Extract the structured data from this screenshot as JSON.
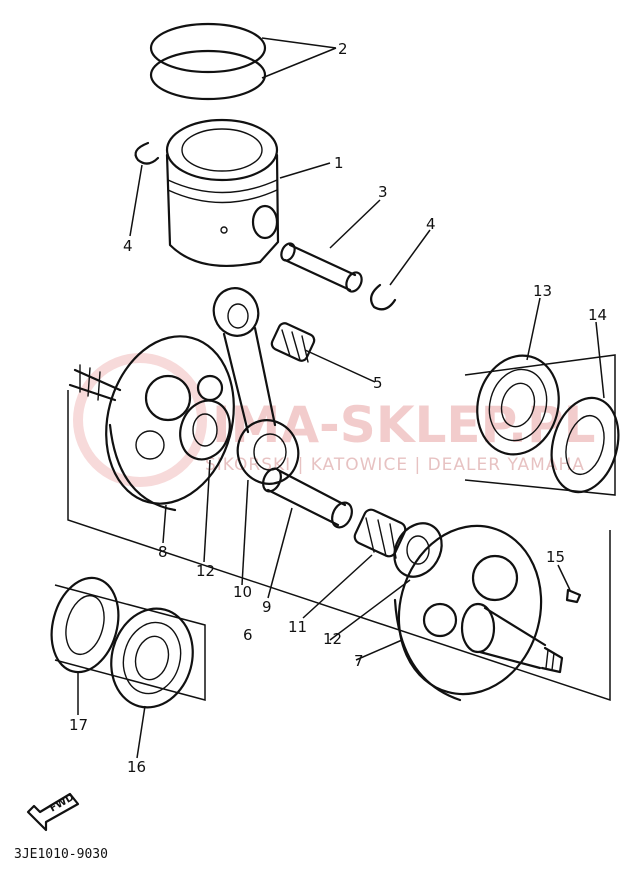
{
  "watermark": {
    "main": "IMA-SKLEP.PL",
    "sub": "SIKORSKI | KATOWICE | DEALER YAMAHA"
  },
  "callouts": [
    {
      "id": "c1",
      "label": "1"
    },
    {
      "id": "c2",
      "label": "2"
    },
    {
      "id": "c3",
      "label": "3"
    },
    {
      "id": "c4a",
      "label": "4"
    },
    {
      "id": "c4b",
      "label": "4"
    },
    {
      "id": "c5",
      "label": "5"
    },
    {
      "id": "c6",
      "label": "6"
    },
    {
      "id": "c7",
      "label": "7"
    },
    {
      "id": "c8",
      "label": "8"
    },
    {
      "id": "c9",
      "label": "9"
    },
    {
      "id": "c10",
      "label": "10"
    },
    {
      "id": "c11",
      "label": "11"
    },
    {
      "id": "c12a",
      "label": "12"
    },
    {
      "id": "c12b",
      "label": "12"
    },
    {
      "id": "c13",
      "label": "13"
    },
    {
      "id": "c14",
      "label": "14"
    },
    {
      "id": "c15",
      "label": "15"
    },
    {
      "id": "c16",
      "label": "16"
    },
    {
      "id": "c17",
      "label": "17"
    }
  ],
  "fwd_label": "FWD",
  "diagram_code": "3JE1010-9030"
}
